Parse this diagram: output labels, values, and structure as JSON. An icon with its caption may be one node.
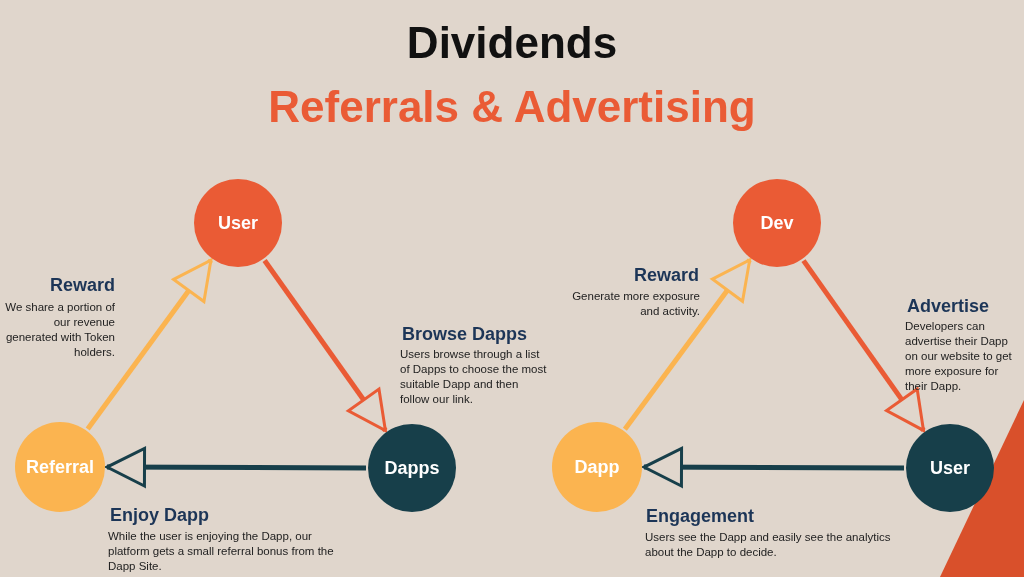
{
  "diagram": {
    "title": "Dividends",
    "nodes": [
      {
        "text": [
          "User"
        ]
      },
      {
        "text": [
          "Dapps"
        ]
      },
      {
        "text": [
          "Referral"
        ]
      },
      {
        "text": [
          "Dev"
        ]
      },
      {
        "text": [
          "User"
        ]
      },
      {
        "text": [
          "Dapp"
        ]
      }
    ],
    "edges": [
      {
        "from": 0,
        "to": 1,
        "arrow": "to",
        "label": "Browse Dapps",
        "color": "#ea5b35"
      },
      {
        "from": 1,
        "to": 2,
        "arrow": "to",
        "label": "Enjoy Dapp",
        "color": "#173f4a"
      },
      {
        "from": 2,
        "to": 0,
        "arrow": "to",
        "label": "Reward",
        "color": "#fbb450"
      },
      {
        "from": 3,
        "to": 4,
        "arrow": "to",
        "label": "Advertise",
        "color": "#ea5b35"
      },
      {
        "from": 4,
        "to": 5,
        "arrow": "to",
        "label": "Engagement",
        "color": "#173f4a"
      },
      {
        "from": 5,
        "to": 3,
        "arrow": "to",
        "label": "Reward",
        "color": "#fbb450"
      }
    ],
    "labels": [
      "Referrals & Advertising",
      "We share a portion of our revenue generated with Token holders.",
      "Users browse through a list of Dapps to choose the most suitable Dapp and then follow our link.",
      "While the user is enjoying the Dapp, our platform gets a small referral bonus from the Dapp Site.",
      "Generate more exposure and activity.",
      "Developers can advertise their Dapp on our website to get more exposure for their Dapp.",
      "Users see the Dapp and easily see the analytics about the Dapp to decide."
    ]
  }
}
